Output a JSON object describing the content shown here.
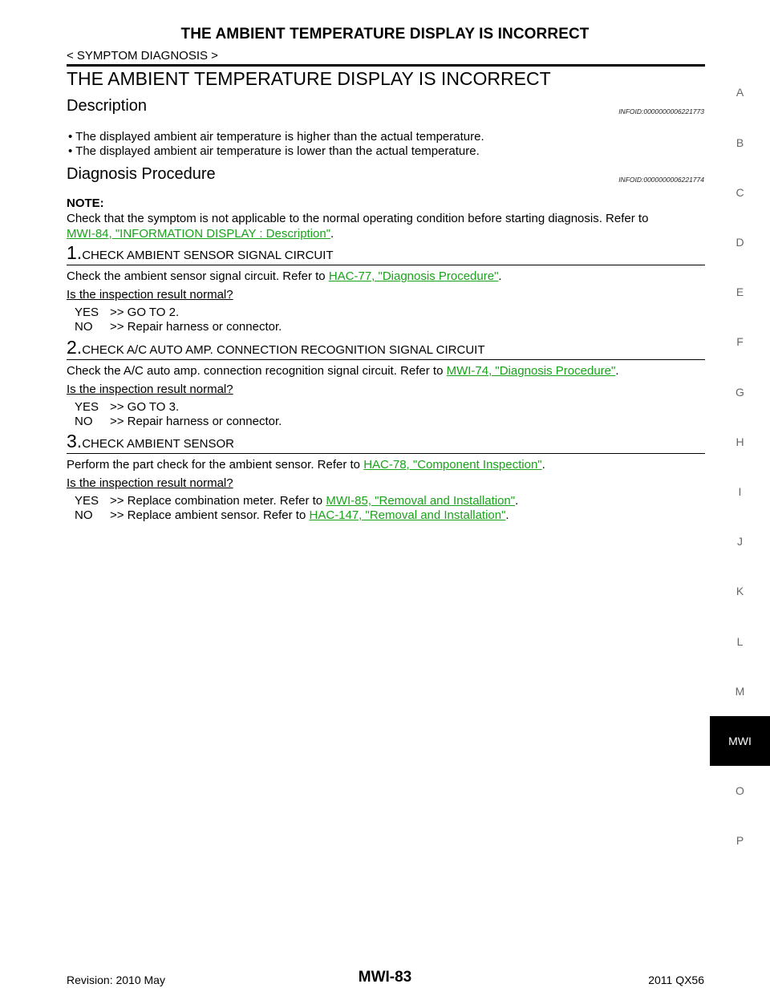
{
  "header": {
    "title": "THE AMBIENT TEMPERATURE DISPLAY IS INCORRECT",
    "breadcrumb": "< SYMPTOM DIAGNOSIS >"
  },
  "page_title": "THE AMBIENT TEMPERATURE DISPLAY IS INCORRECT",
  "description": {
    "heading": "Description",
    "infoid": "INFOID:0000000006221773",
    "bullets": [
      "The displayed ambient air temperature is higher than the actual temperature.",
      "The displayed ambient air temperature is lower than the actual temperature."
    ]
  },
  "diagnosis": {
    "heading": "Diagnosis Procedure",
    "infoid": "INFOID:0000000006221774",
    "note_label": "NOTE:",
    "note_text": "Check that the symptom is not applicable to the normal operating condition before starting diagnosis. Refer to",
    "note_link": "MWI-84, \"INFORMATION DISPLAY : Description\"",
    "steps": [
      {
        "num": "1.",
        "title": "CHECK AMBIENT SENSOR SIGNAL CIRCUIT",
        "text": "Check the ambient sensor signal circuit. Refer to",
        "link": "HAC-77, \"Diagnosis Procedure\"",
        "question": "Is the inspection result normal?",
        "yes_label": "YES",
        "yes_text": ">> GO TO 2.",
        "no_label": "NO",
        "no_text": ">> Repair harness or connector."
      },
      {
        "num": "2.",
        "title": "CHECK A/C AUTO AMP. CONNECTION RECOGNITION SIGNAL CIRCUIT",
        "text": "Check the A/C auto amp. connection recognition signal circuit. Refer to",
        "link": "MWI-74, \"Diagnosis Procedure\"",
        "question": "Is the inspection result normal?",
        "yes_label": "YES",
        "yes_text": ">> GO TO 3.",
        "no_label": "NO",
        "no_text": ">> Repair harness or connector."
      },
      {
        "num": "3.",
        "title": "CHECK AMBIENT SENSOR",
        "text": "Perform the part check for the ambient sensor. Refer to",
        "link": "HAC-78, \"Component Inspection\"",
        "question": "Is the inspection result normal?",
        "yes_label": "YES",
        "yes_text": ">> Replace combination meter. Refer to",
        "yes_link": "MWI-85, \"Removal and Installation\"",
        "no_label": "NO",
        "no_text": ">> Replace ambient sensor. Refer to",
        "no_link": "HAC-147, \"Removal and Installation\""
      }
    ]
  },
  "side_index": [
    "A",
    "B",
    "C",
    "D",
    "E",
    "F",
    "G",
    "H",
    "I",
    "J",
    "K",
    "L",
    "M",
    "MWI",
    "O",
    "P"
  ],
  "side_active": "MWI",
  "footer": {
    "revision": "Revision: 2010 May",
    "page_number": "MWI-83",
    "model": "2011 QX56"
  },
  "punct": {
    "period": "."
  }
}
